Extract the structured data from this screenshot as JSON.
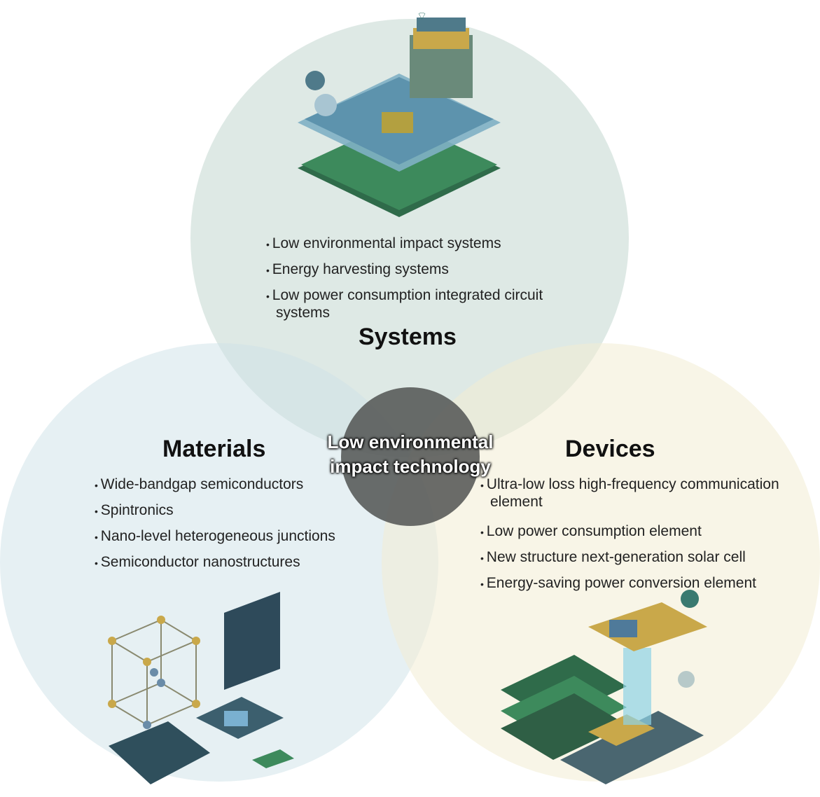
{
  "center": {
    "label": "Low environmental impact technology"
  },
  "systems": {
    "title": "Systems",
    "items": [
      "Low environmental impact systems",
      "Energy harvesting systems",
      "Low power consumption integrated circuit systems"
    ]
  },
  "materials": {
    "title": "Materials",
    "items": [
      "Wide-bandgap semiconductors",
      "Spintronics",
      "Nano-level heterogeneous junctions",
      "Semiconductor nanostructures"
    ]
  },
  "devices": {
    "title": "Devices",
    "items": [
      "Ultra-low loss high-frequency communication element",
      "Low power consumption element",
      "New structure next-generation solar cell",
      "Energy-saving power conversion element"
    ]
  },
  "colors": {
    "systems": "#c8dbd3",
    "materials": "#cde1e8",
    "devices": "#f3ecd4",
    "core": "#555856"
  }
}
